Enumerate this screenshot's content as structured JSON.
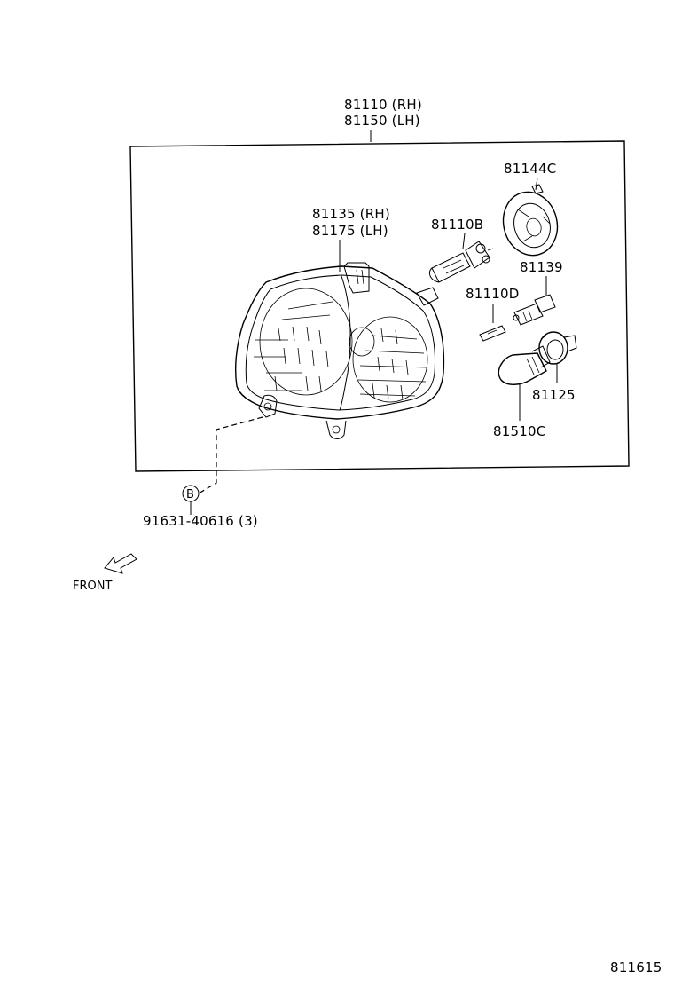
{
  "diagram": {
    "assembly_labels": [
      "81110 (RH)",
      "81150 (LH)"
    ],
    "unit_labels": [
      "81135 (RH)",
      "81175 (LH)"
    ],
    "parts": {
      "socket_cover": "81144C",
      "bulb_h": "81110B",
      "socket_small": "81139",
      "clip": "81110D",
      "socket_large": "81125",
      "bulb_large": "81510C"
    },
    "fastener": {
      "callout_letter": "B",
      "part_number": "91631-40616 (3)"
    },
    "front_indicator": "FRONT",
    "figure_id": "811615"
  }
}
